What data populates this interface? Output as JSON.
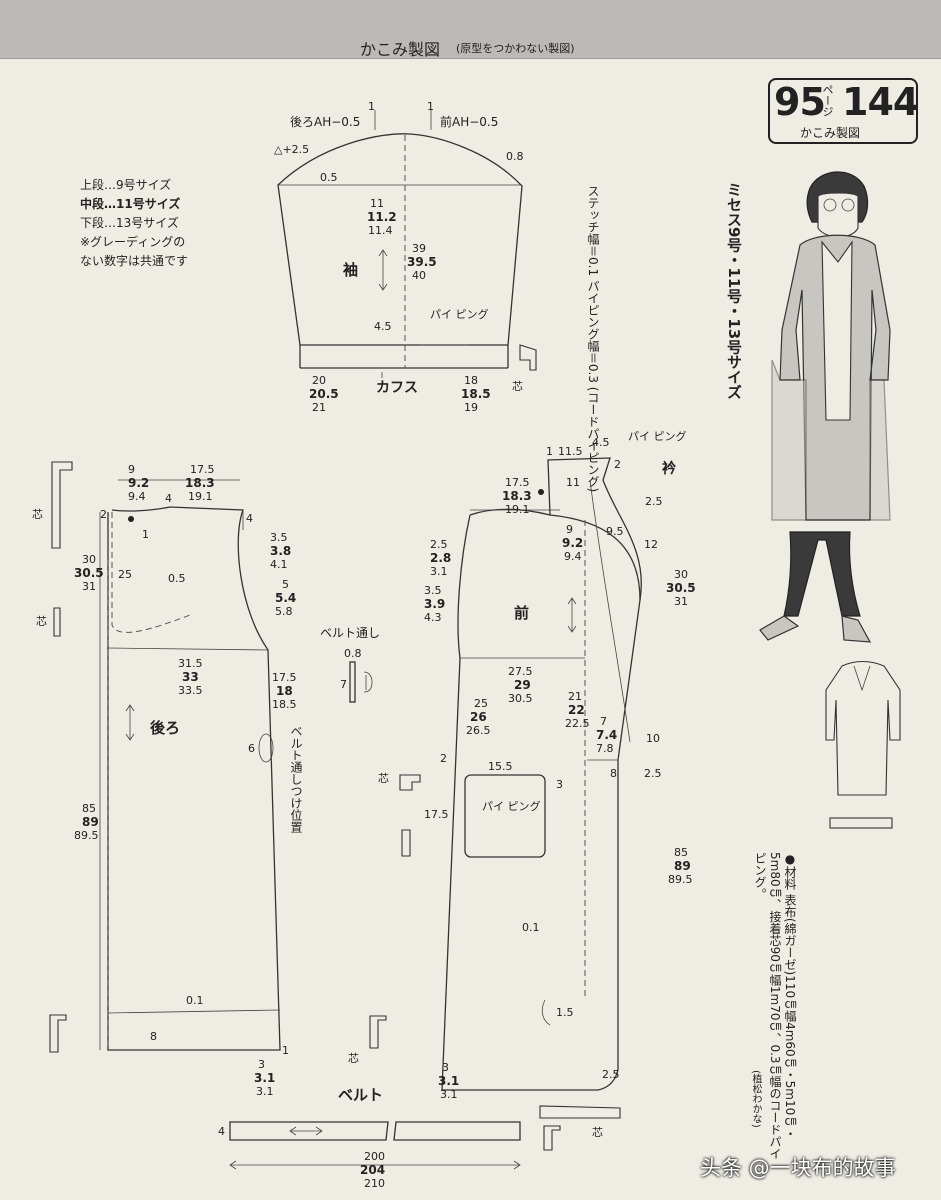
{
  "header": {
    "title": "かこみ製図",
    "subtitle": "(原型をつかわない製図)"
  },
  "page_ref": {
    "left": "95",
    "mark": "ページ",
    "right": "144",
    "caption": "かこみ製図"
  },
  "legend": [
    "上段…9号サイズ",
    "中段…11号サイズ",
    "下段…13号サイズ",
    "※グレーディングの",
    "ない数字は共通です"
  ],
  "size_title": "ミセス9号・11号・13号サイズ",
  "stitch_note": "ステッチ幅＝0.1 パイピング幅＝0.3 (コードパイピング)",
  "belt_attach": "ベルト通しつけ位置",
  "materials": "●材料 表布(綿ガーゼ)110㎝幅4m60㎝・5m10㎝・5m80㎝、接着芯90㎝幅1m70㎝、0.3㎝幅のコードパイピング。",
  "credit": "(植松わかな)",
  "watermark": "头条 @一块布的故事",
  "sleeve": {
    "title": "袖",
    "cuff": "カフス",
    "back_ah": "後ろAH−0.5",
    "front_ah": "前AH−0.5",
    "piping": "パイ ピング",
    "n1": "1",
    "n1b": "1",
    "t25": "△+2.5",
    "t05": "0.5",
    "t08": "0.8",
    "cap": [
      "11",
      "11.2",
      "11.4"
    ],
    "len": [
      "39",
      "39.5",
      "40"
    ],
    "t45": "4.5",
    "bl": [
      "20",
      "20.5",
      "21"
    ],
    "br": [
      "18",
      "18.5",
      "19"
    ],
    "core": "芯"
  },
  "back": {
    "title": "後ろ",
    "tw": [
      "9",
      "9.2",
      "9.4"
    ],
    "sw": [
      "17.5",
      "18.3",
      "19.1"
    ],
    "t2": "2",
    "t1": "1",
    "t4": "4",
    "t4b": "4",
    "t25": "25",
    "t05": "0.5",
    "sl": [
      "30",
      "30.5",
      "31"
    ],
    "d1": [
      "3.5",
      "3.8",
      "4.1"
    ],
    "t5": "5",
    "d2": [
      "5.4",
      "5.8"
    ],
    "hip": [
      "31.5",
      "33",
      "33.5"
    ],
    "sd": [
      "17.5",
      "18",
      "18.5"
    ],
    "t6": "6",
    "ln": [
      "85",
      "89",
      "89.5"
    ],
    "t01": "0.1",
    "t8": "8",
    "bot": [
      "3",
      "3.1",
      "3.1"
    ],
    "b1": "1",
    "core1": "芯",
    "core2": "芯"
  },
  "front": {
    "title": "前",
    "collar": "衿",
    "piping1": "パイ ピング",
    "piping2": "パイ ピング",
    "t1": "1",
    "t115": "11.5",
    "t45": "4.5",
    "t2": "2",
    "t11": "11",
    "sw": [
      "17.5",
      "18.3",
      "19.1"
    ],
    "t25a": "2.5",
    "nk": [
      "9",
      "9.2",
      "9.4"
    ],
    "t95": "9.5",
    "t12": "12",
    "d1": [
      "2.5",
      "2.8",
      "3.1"
    ],
    "d2": [
      "3.5",
      "3.9",
      "4.3"
    ],
    "sl": [
      "30",
      "30.5",
      "31"
    ],
    "hip": [
      "27.5",
      "29",
      "30.5"
    ],
    "pk": [
      "25",
      "26",
      "26.5"
    ],
    "pd": [
      "21",
      "22",
      "22.5"
    ],
    "t7": [
      "7",
      "7.4",
      "7.8"
    ],
    "t10": "10",
    "t8": "8",
    "t25b": "2.5",
    "t2b": "2",
    "t155": "15.5",
    "t3": "3",
    "t175": "17.5",
    "core1": "芯",
    "t01": "0.1",
    "t15": "1.5",
    "ln": [
      "85",
      "89",
      "89.5"
    ],
    "bot": [
      "3",
      "3.1",
      "3.1"
    ],
    "t25c": "2.5",
    "core2": "芯"
  },
  "belt_loop": {
    "title": "ベルト通し",
    "w": "0.8",
    "l": "7"
  },
  "belt": {
    "title": "ベルト",
    "w": "4",
    "len": [
      "200",
      "204",
      "210"
    ],
    "core": "芯"
  }
}
